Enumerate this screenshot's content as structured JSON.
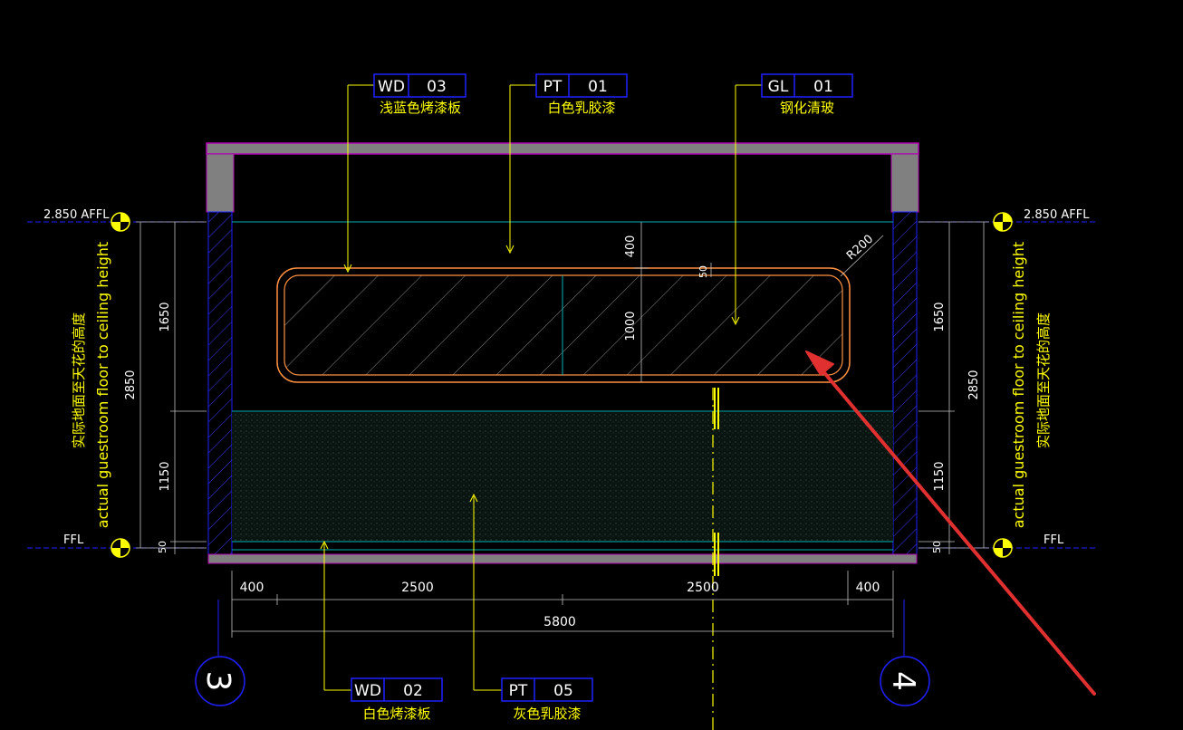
{
  "callouts_top": [
    {
      "code": "WD",
      "num": "03",
      "desc": "浅蓝色烤漆板"
    },
    {
      "code": "PT",
      "num": "01",
      "desc": "白色乳胶漆"
    },
    {
      "code": "GL",
      "num": "01",
      "desc": "钢化清玻"
    }
  ],
  "callouts_bottom": [
    {
      "code": "WD",
      "num": "02",
      "desc": "白色烤漆板"
    },
    {
      "code": "PT",
      "num": "05",
      "desc": "灰色乳胶漆"
    }
  ],
  "levels": {
    "top": "2.850 AFFL",
    "bottom": "FFL"
  },
  "height_note": {
    "en": "actual guestroom floor to ceiling height",
    "cn": "实际地面至天花的高度"
  },
  "dims": {
    "left_vertical": [
      "1650",
      "1150",
      "50"
    ],
    "left_total": "2850",
    "right_vertical": [
      "1650",
      "1150",
      "50"
    ],
    "right_total": "2850",
    "window_top": "400",
    "window_height": "1000",
    "window_frame": "50",
    "radius": "R200",
    "bottom_chain": [
      "400",
      "2500",
      "2500",
      "400"
    ],
    "bottom_total": "5800"
  },
  "grid_markers": [
    "3",
    "4"
  ],
  "colors": {
    "background": "#000000",
    "wall": "#808080",
    "outline": "#b000b0",
    "cyan": "#00b0b0",
    "yellow": "#ffff00",
    "orange": "#ff9040",
    "blue": "#2020ff",
    "arrow": "#e03030"
  }
}
